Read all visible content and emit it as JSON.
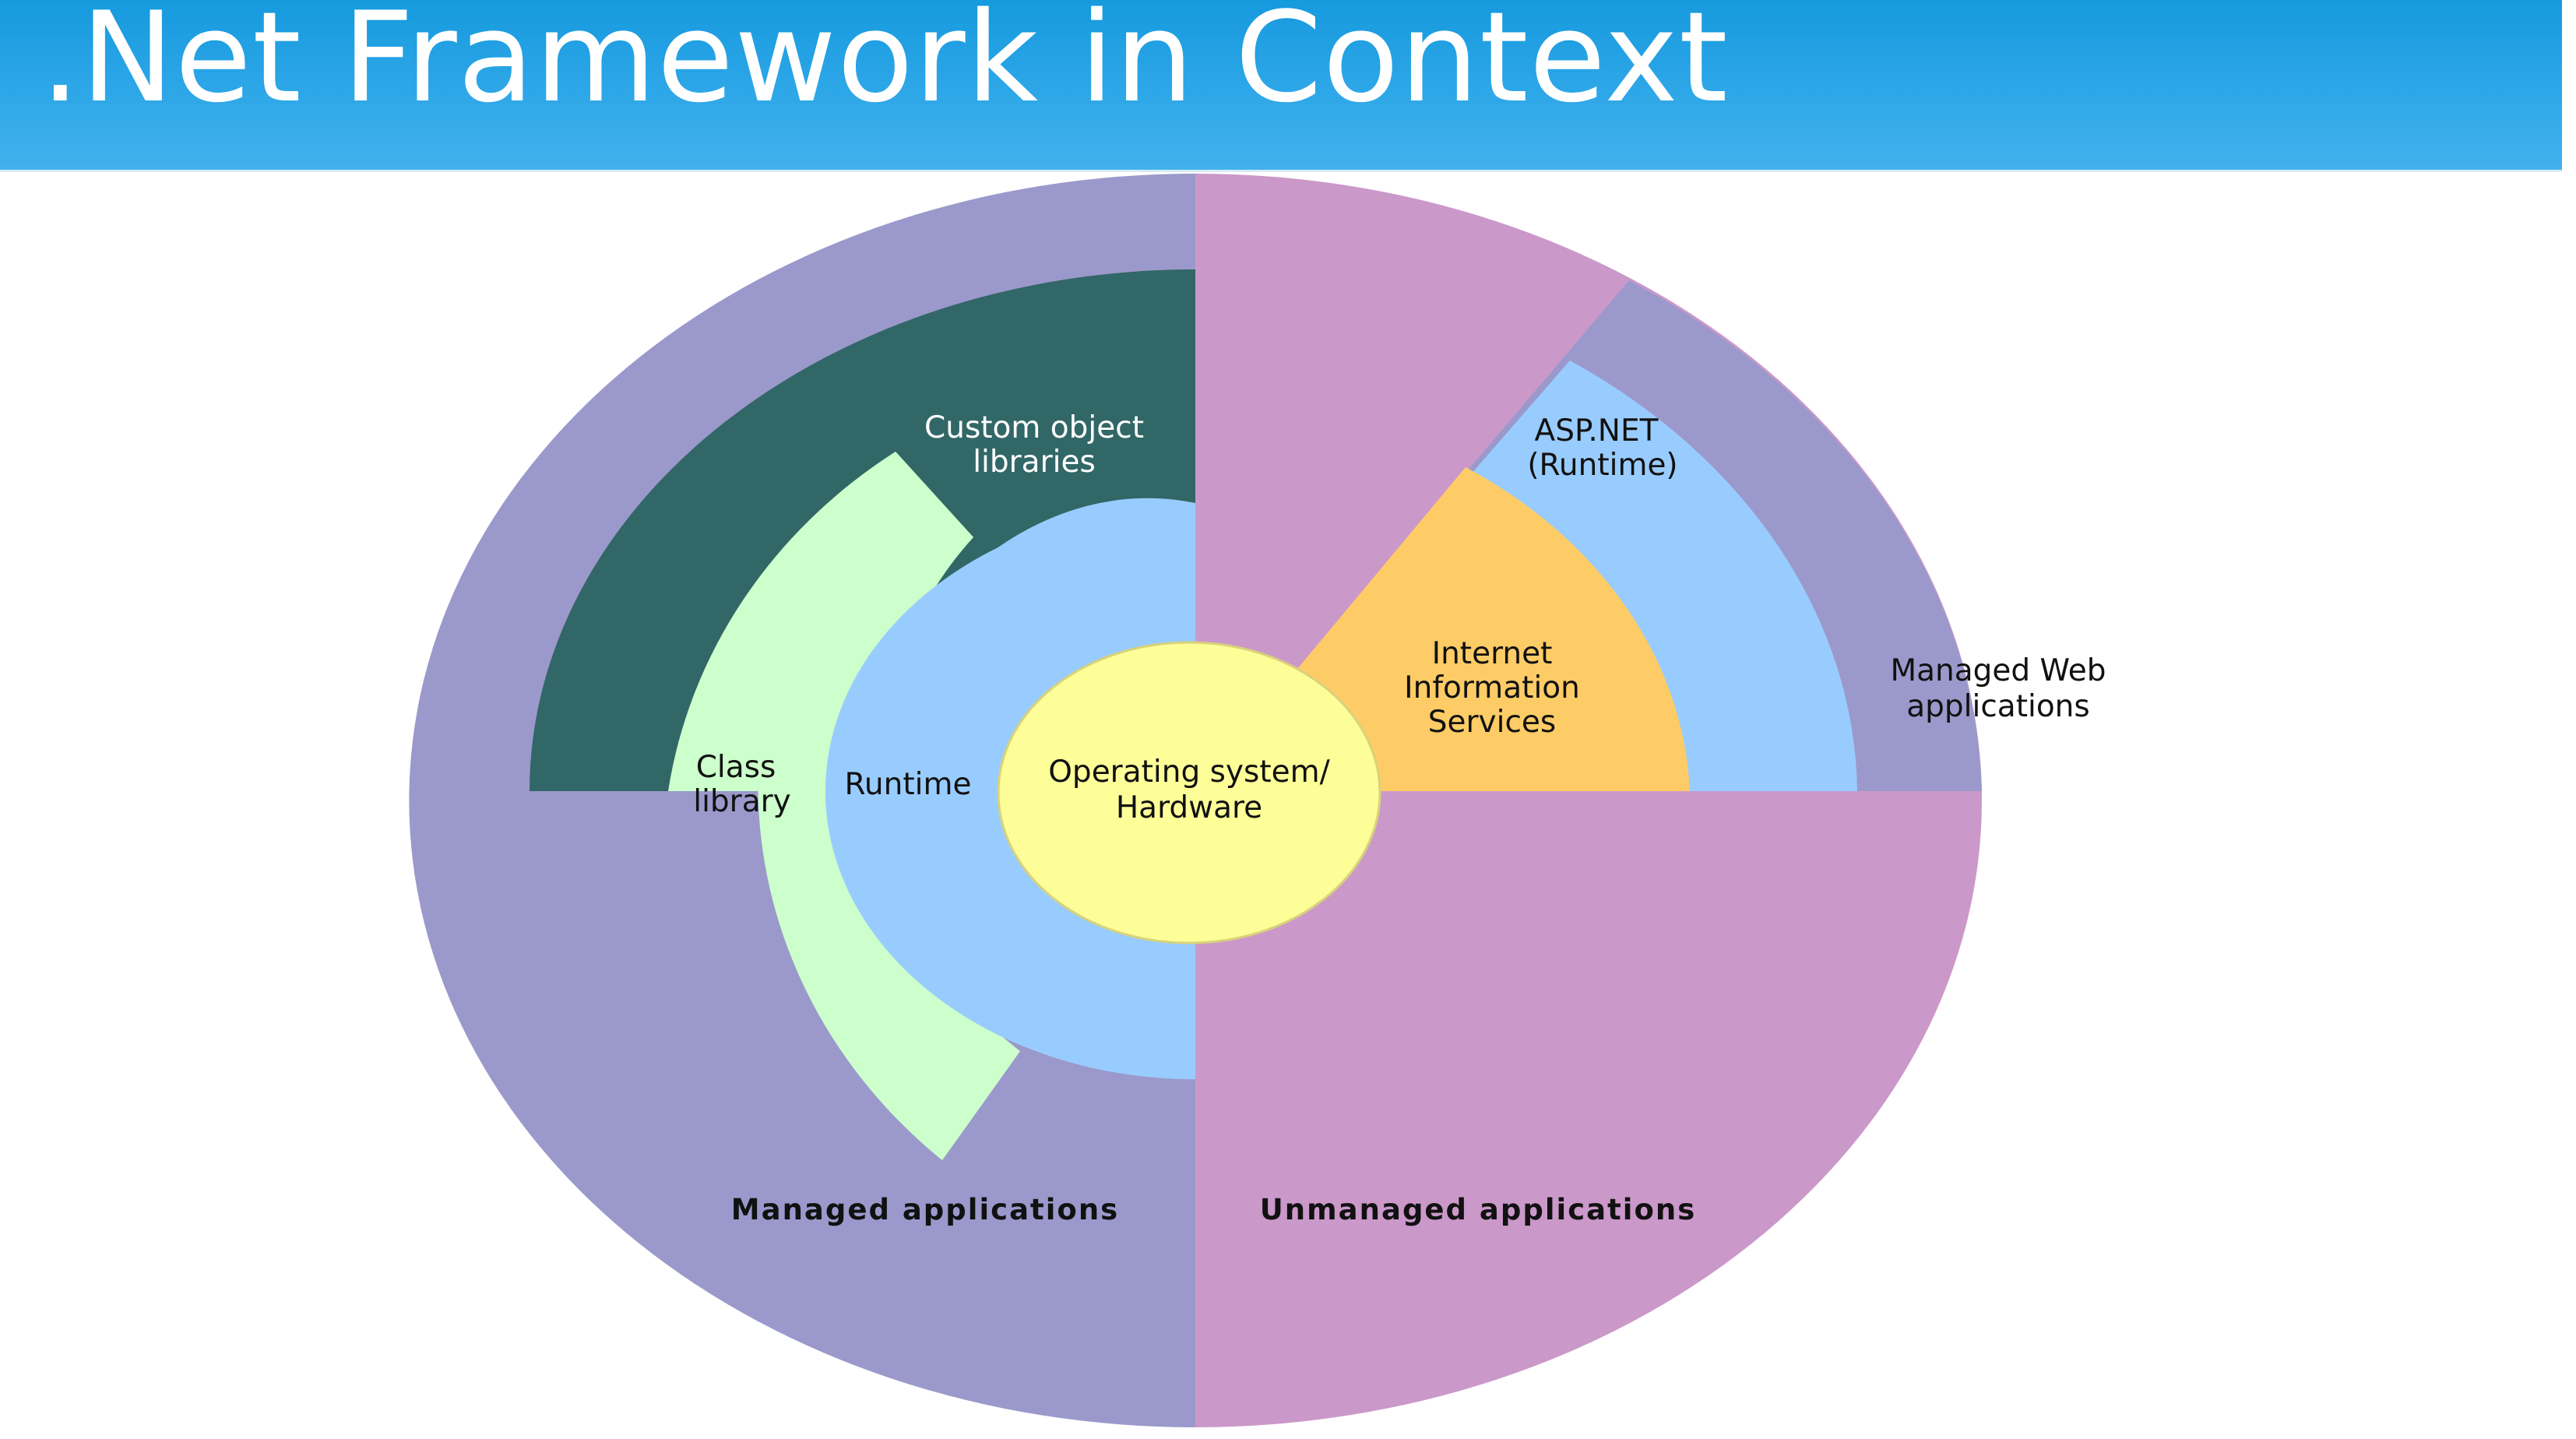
{
  "slide": {
    "title": ".Net Framework in Context"
  },
  "diagram": {
    "segments": [
      {
        "id": "os",
        "label": "Operating system/ Hardware"
      },
      {
        "id": "runtime",
        "label": "Runtime"
      },
      {
        "id": "class-library",
        "label": "Class library"
      },
      {
        "id": "custom-object-libraries",
        "label": "Custom object libraries"
      },
      {
        "id": "iis",
        "label": "Internet Information Services"
      },
      {
        "id": "aspnet",
        "label": "ASP.NET (Runtime)"
      },
      {
        "id": "managed-web",
        "label": "Managed Web applications"
      },
      {
        "id": "managed-apps",
        "label": "Managed applications"
      },
      {
        "id": "unmanaged-apps",
        "label": "Unmanaged applications"
      }
    ],
    "labels": {
      "os_line1": "Operating system/",
      "os_line2": "Hardware",
      "runtime": "Runtime",
      "class_library_line1": "Class",
      "class_library_line2": "library",
      "custom_line1": "Custom object",
      "custom_line2": "libraries",
      "iis_line1": "Internet",
      "iis_line2": "Information",
      "iis_line3": "Services",
      "aspnet_line1": "ASP.NET",
      "aspnet_line2": "(Runtime)",
      "managed_web_line1": "Managed Web",
      "managed_web_line2": "applications",
      "managed_apps": "Managed applications",
      "unmanaged_apps": "Unmanaged applications"
    },
    "colors": {
      "managed_apps": "#9b99cb",
      "unmanaged_apps": "#cb98ca",
      "custom_object_libraries": "#326767",
      "class_library": "#ccffcc",
      "runtime": "#99ccfe",
      "os_hardware": "#fefe99",
      "iis": "#fecc66",
      "aspnet": "#99ccfe",
      "managed_web": "#9b99cb",
      "title_bar": "#1e9fe2"
    }
  }
}
